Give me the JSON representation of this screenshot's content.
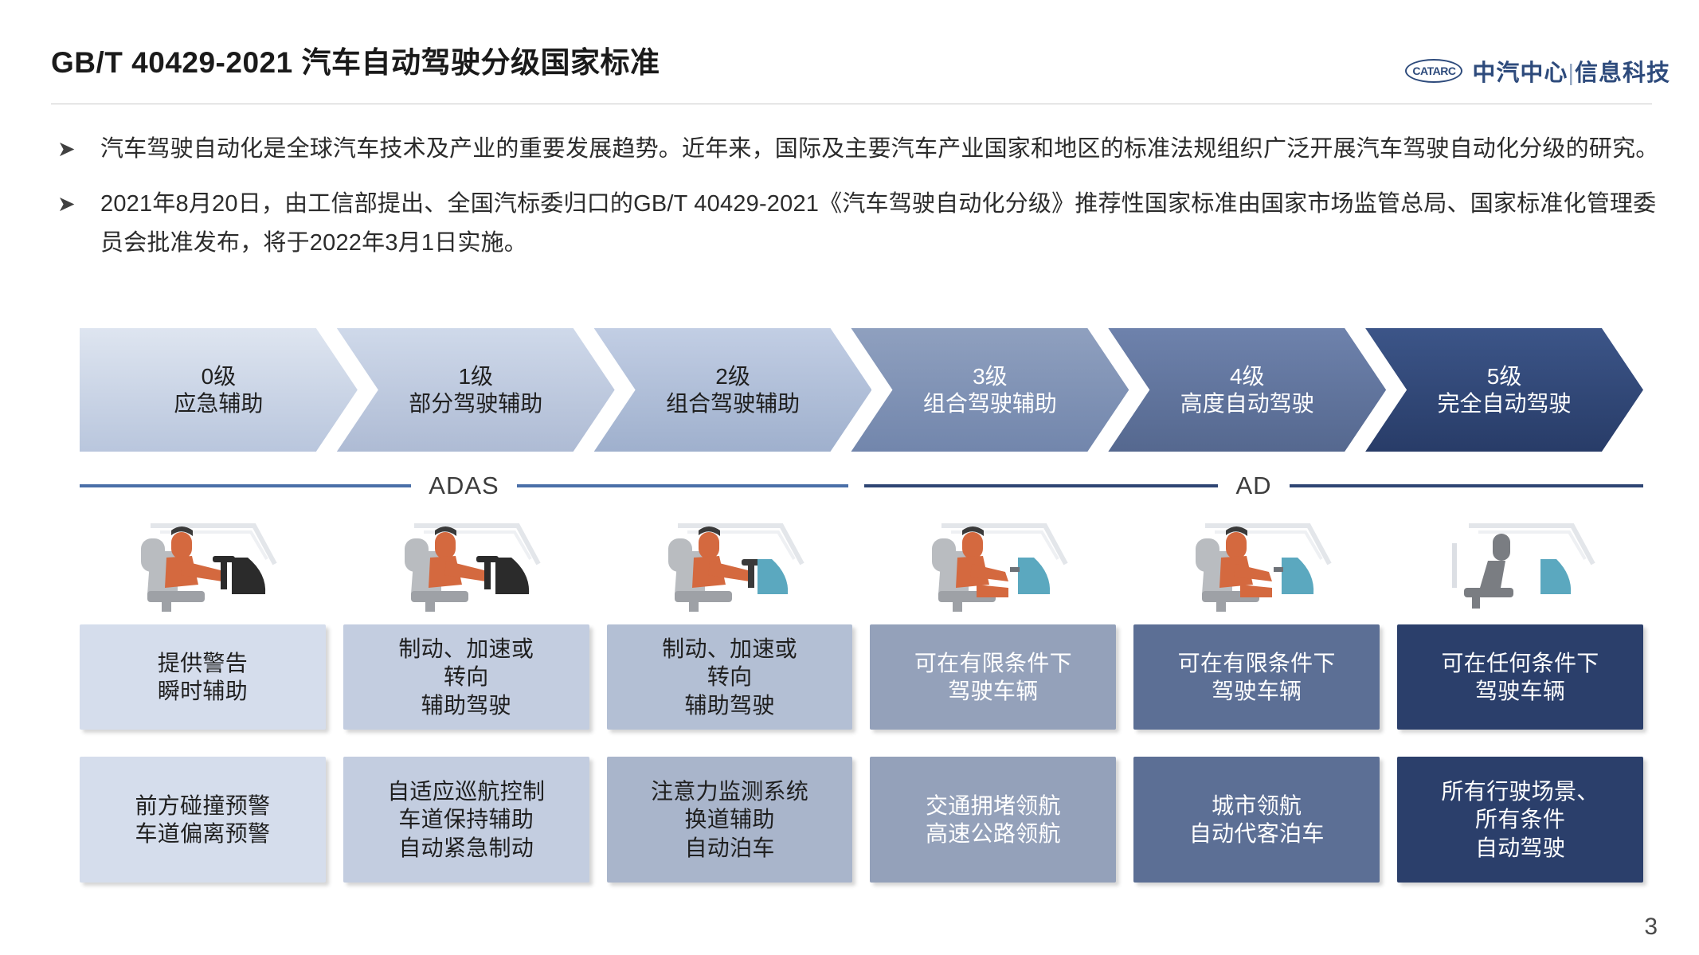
{
  "header": {
    "title": "GB/T 40429-2021 汽车自动驾驶分级国家标准",
    "logo_mark": "CATARC",
    "logo_text_1": "中汽中心",
    "logo_sep": "|",
    "logo_text_2": "信息科技"
  },
  "bullets": [
    {
      "marker": "➤",
      "text": "汽车驾驶自动化是全球汽车技术及产业的重要发展趋势。近年来，国际及主要汽车产业国家和地区的标准法规组织广泛开展汽车驾驶自动化分级的研究。"
    },
    {
      "marker": "➤",
      "text": "2021年8月20日，由工信部提出、全国汽标委归口的GB/T 40429-2021《汽车驾驶自动化分级》推荐性国家标准由国家市场监管总局、国家标准化管理委员会批准发布，将于2022年3月1日实施。"
    }
  ],
  "divider": {
    "adas_label": "ADAS",
    "ad_label": "AD",
    "line_color": "#4a6fa8",
    "line_color_dark": "#2e4573"
  },
  "levels": [
    {
      "level": "0级",
      "name": "应急辅助",
      "chev_from": "#dee5f0",
      "chev_to": "#b9c6dd",
      "chev_text": "#1f1f1f",
      "icon": "driver-hands-on-wheel-icon",
      "icon_variant": "manual",
      "box_a": {
        "lines": [
          "提供警告",
          "瞬时辅助"
        ],
        "bg": "#d5ddec",
        "color": "#1f1f1f"
      },
      "box_b": {
        "lines": [
          "前方碰撞预警",
          "车道偏离预警"
        ],
        "bg": "#d5ddec",
        "color": "#1f1f1f"
      }
    },
    {
      "level": "1级",
      "name": "部分驾驶辅助",
      "chev_from": "#cfd9ea",
      "chev_to": "#aebbd4",
      "chev_text": "#1f1f1f",
      "icon": "driver-hands-on-wheel-icon",
      "icon_variant": "manual",
      "box_a": {
        "lines": [
          "制动、加速或",
          "转向",
          "辅助驾驶"
        ],
        "bg": "#c3cde0",
        "color": "#1f1f1f"
      },
      "box_b": {
        "lines": [
          "自适应巡航控制",
          "车道保持辅助",
          "自动紧急制动"
        ],
        "bg": "#c3cde0",
        "color": "#1f1f1f"
      }
    },
    {
      "level": "2级",
      "name": "组合驾驶辅助",
      "chev_from": "#c2ceE4",
      "chev_to": "#9fb0cd",
      "chev_text": "#1f1f1f",
      "icon": "driver-hands-on-wheel-icon",
      "icon_variant": "assisted",
      "box_a": {
        "lines": [
          "制动、加速或",
          "转向",
          "辅助驾驶"
        ],
        "bg": "#b3bfd4",
        "color": "#1f1f1f"
      },
      "box_b": {
        "lines": [
          "注意力监测系统",
          "换道辅助",
          "自动泊车"
        ],
        "bg": "#a9b5cb",
        "color": "#1f1f1f"
      }
    },
    {
      "level": "3级",
      "name": "组合驾驶辅助",
      "chev_from": "#8fa0bf",
      "chev_to": "#7286ac",
      "chev_text": "#ffffff",
      "icon": "passenger-automated-icon",
      "icon_variant": "automated",
      "box_a": {
        "lines": [
          "可在有限条件下",
          "驾驶车辆"
        ],
        "bg": "#94a1ba",
        "color": "#ffffff"
      },
      "box_b": {
        "lines": [
          "交通拥堵领航",
          "高速公路领航"
        ],
        "bg": "#94a1ba",
        "color": "#ffffff"
      }
    },
    {
      "level": "4级",
      "name": "高度自动驾驶",
      "chev_from": "#6e82ac",
      "chev_to": "#55688f",
      "chev_text": "#ffffff",
      "icon": "passenger-automated-icon",
      "icon_variant": "automated",
      "box_a": {
        "lines": [
          "可在有限条件下",
          "驾驶车辆"
        ],
        "bg": "#5c6f95",
        "color": "#ffffff"
      },
      "box_b": {
        "lines": [
          "城市领航",
          "自动代客泊车"
        ],
        "bg": "#5c6f95",
        "color": "#ffffff"
      }
    },
    {
      "level": "5级",
      "name": "完全自动驾驶",
      "chev_from": "#3c5588",
      "chev_to": "#283c68",
      "chev_text": "#ffffff",
      "icon": "empty-seat-icon",
      "icon_variant": "driverless",
      "box_a": {
        "lines": [
          "可在任何条件下",
          "驾驶车辆"
        ],
        "bg": "#2b3f6b",
        "color": "#ffffff"
      },
      "box_b": {
        "lines": [
          "所有行驶场景、",
          "所有条件",
          "自动驾驶"
        ],
        "bg": "#2b3f6b",
        "color": "#ffffff"
      }
    }
  ],
  "page_number": "3"
}
